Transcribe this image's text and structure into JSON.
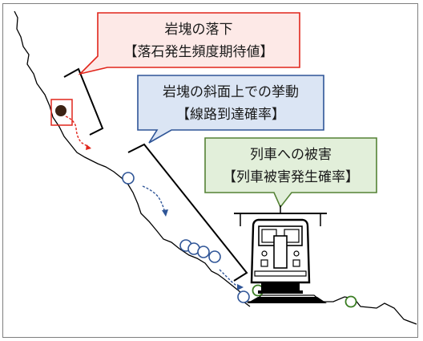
{
  "callouts": [
    {
      "line1": "岩塊の落下",
      "line2": "【落石発生頻度期待値】",
      "fill": "#fde9e7",
      "stroke": "#e1261c"
    },
    {
      "line1": "岩塊の斜面上での挙動",
      "line2": "【線路到達確率】",
      "fill": "#dbe5f4",
      "stroke": "#2f5597"
    },
    {
      "line1": "列車への被害",
      "line2": "【列車被害発生確率】",
      "fill": "#e2efda",
      "stroke": "#548235"
    }
  ],
  "colors": {
    "slope": "#000000",
    "rock": "#3b2314",
    "fall_path": "#e1261c",
    "slope_path": "#2f5597",
    "track_circle": "#3a7d22"
  }
}
